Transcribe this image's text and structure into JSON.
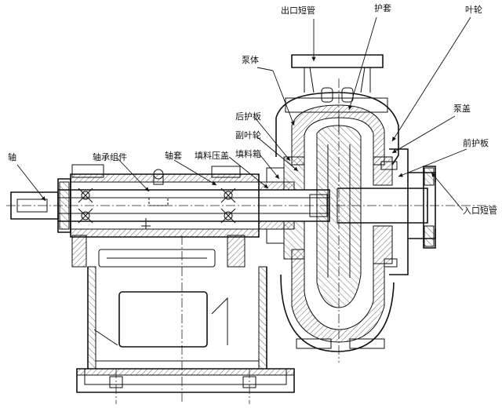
{
  "labels": {
    "outlet_pipe": "出口短管",
    "guard_sleeve": "护套",
    "impeller": "叶轮",
    "pump_body": "泵体",
    "pump_cover": "泵盖",
    "rear_guard_plate": "后护板",
    "aux_impeller": "副叶轮",
    "packing_box": "填料箱",
    "front_guard_plate": "前护板",
    "shaft": "轴",
    "bearing_assembly": "轴承组件",
    "shaft_sleeve": "轴套",
    "packing_gland": "填料压盖",
    "inlet_pipe": "入口短管"
  }
}
